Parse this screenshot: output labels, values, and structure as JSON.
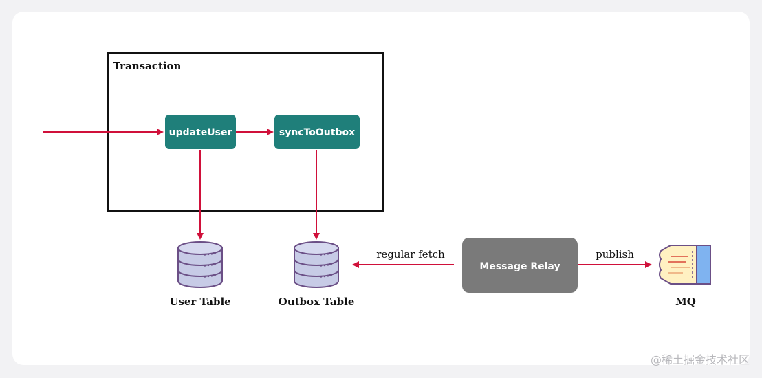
{
  "diagram": {
    "transaction_label": "Transaction",
    "nodes": {
      "update_user": "updateUser",
      "sync_to_outbox": "syncToOutbox",
      "message_relay": "Message Relay"
    },
    "stores": {
      "user_table": "User Table",
      "outbox_table": "Outbox Table",
      "mq": "MQ"
    },
    "edges": {
      "regular_fetch": "regular fetch",
      "publish": "publish"
    },
    "watermark": "@稀土掘金技术社区"
  },
  "colors": {
    "node_teal": "#1f7f7a",
    "relay_gray": "#7a7a7a",
    "arrow_red": "#d0103a",
    "db_fill": "#c7cbe6",
    "db_stroke": "#6b4f86",
    "mq_fill": "#fff1c2",
    "mq_blue": "#7fb3f0"
  },
  "icons": [
    "database-icon",
    "message-queue-icon"
  ]
}
